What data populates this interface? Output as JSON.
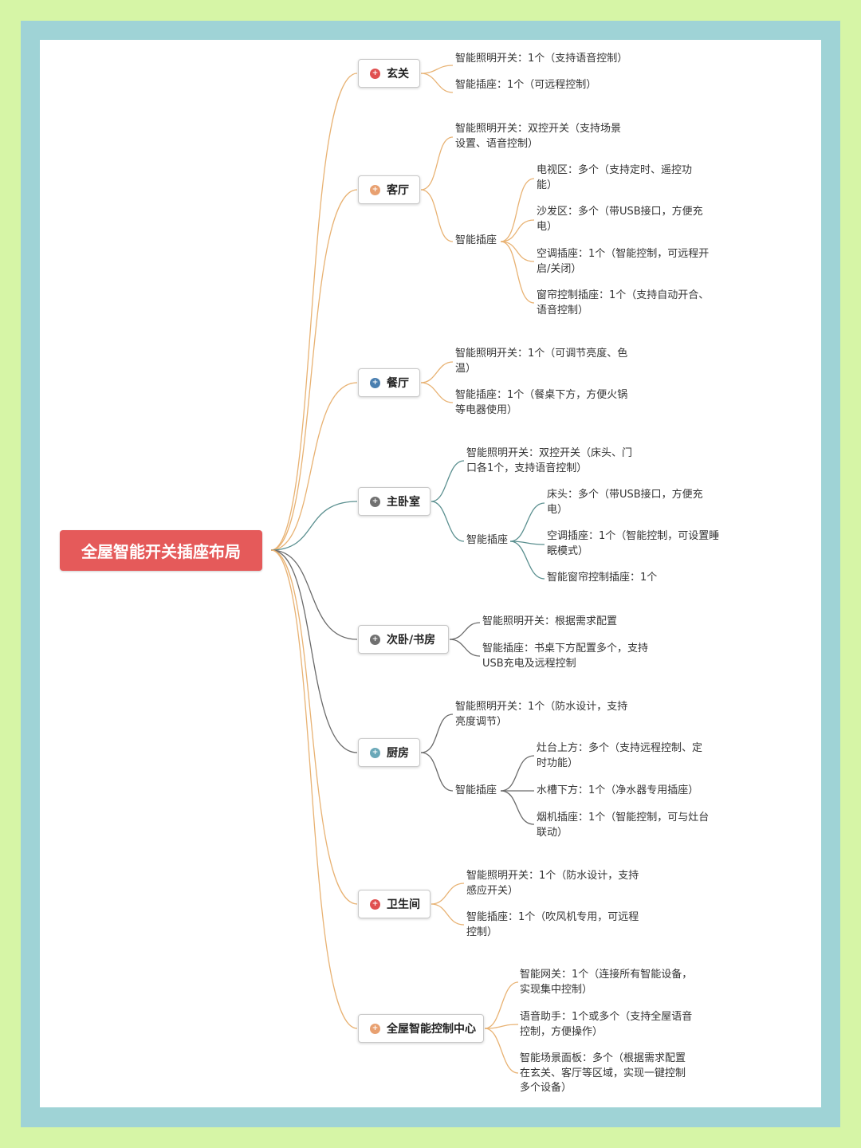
{
  "colors": {
    "outer_background": "#d6f5a6",
    "frame": "#9fd3d6",
    "root_fill": "#e55a5a",
    "connector_orange": "#e8b273",
    "connector_teal": "#5a8f8f",
    "connector_gray": "#6b6b6b"
  },
  "root": {
    "label": "全屋智能开关插座布局"
  },
  "rooms": [
    {
      "name": "玄关",
      "icon": "red-plus-icon",
      "icon_color": "#e05050"
    },
    {
      "name": "客厅",
      "icon": "orange-plus-icon",
      "icon_color": "#e8a070"
    },
    {
      "name": "餐厅",
      "icon": "blue-plus-icon",
      "icon_color": "#4a7fb0"
    },
    {
      "name": "主卧室",
      "icon": "gray-plus-icon",
      "icon_color": "#707070"
    },
    {
      "name": "次卧/书房",
      "icon": "gray-plus-icon",
      "icon_color": "#707070"
    },
    {
      "name": "厨房",
      "icon": "teal-plus-icon",
      "icon_color": "#6aa8b8"
    },
    {
      "name": "卫生间",
      "icon": "red-plus-icon",
      "icon_color": "#e05050"
    },
    {
      "name": "全屋智能控制中心",
      "icon": "orange-plus-icon",
      "icon_color": "#e8a070"
    }
  ],
  "details": {
    "xuanguan": [
      "智能照明开关：1个（支持语音控制）",
      "智能插座：1个（可远程控制）"
    ],
    "keting": {
      "switch": "智能照明开关：双控开关（支持场景\n设置、语音控制）",
      "socket_label": "智能插座",
      "sockets": [
        "电视区：多个（支持定时、遥控功\n能）",
        "沙发区：多个（带USB接口，方便充\n电）",
        "空调插座：1个（智能控制，可远程开\n启/关闭）",
        "窗帘控制插座：1个（支持自动开合、\n语音控制）"
      ]
    },
    "canting": [
      "智能照明开关：1个（可调节亮度、色\n温）",
      "智能插座：1个（餐桌下方，方便火锅\n等电器使用）"
    ],
    "zhuwo": {
      "switch": "智能照明开关：双控开关（床头、门\n口各1个，支持语音控制）",
      "socket_label": "智能插座",
      "sockets": [
        "床头：多个（带USB接口，方便充\n电）",
        "空调插座：1个（智能控制，可设置睡\n眠模式）",
        "智能窗帘控制插座：1个"
      ]
    },
    "ciwo": [
      "智能照明开关：根据需求配置",
      "智能插座：书桌下方配置多个，支持\nUSB充电及远程控制"
    ],
    "chufang": {
      "switch": "智能照明开关：1个（防水设计，支持\n亮度调节）",
      "socket_label": "智能插座",
      "sockets": [
        "灶台上方：多个（支持远程控制、定\n时功能）",
        "水槽下方：1个（净水器专用插座）",
        "烟机插座：1个（智能控制，可与灶台\n联动）"
      ]
    },
    "weishengjian": [
      "智能照明开关：1个（防水设计，支持\n感应开关）",
      "智能插座：1个（吹风机专用，可远程\n控制）"
    ],
    "kongzhi": [
      "智能网关：1个（连接所有智能设备，\n实现集中控制）",
      "语音助手：1个或多个（支持全屋语音\n控制，方便操作）",
      "智能场景面板：多个（根据需求配置\n在玄关、客厅等区域，实现一键控制\n多个设备）"
    ]
  }
}
